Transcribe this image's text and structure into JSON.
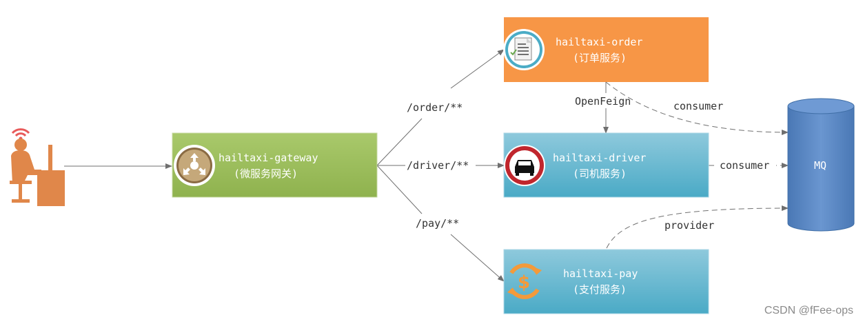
{
  "colors": {
    "order": "#f79646",
    "gateway": "#9bbb59",
    "service": "#4bacc6",
    "mq": "#4f81bd",
    "arrow": "#7f7f7f",
    "person": "#e0874a",
    "signal": "#e85a5a"
  },
  "nodes": {
    "user": {
      "icon": "user-at-computer-icon"
    },
    "gateway": {
      "line1": "hailtaxi-gateway",
      "line2": "(微服务网关)",
      "icon": "gateway-arrows-icon"
    },
    "order": {
      "line1": "hailtaxi-order",
      "line2": "(订单服务)",
      "icon": "document-checklist-icon"
    },
    "driver": {
      "line1": "hailtaxi-driver",
      "line2": "(司机服务)",
      "icon": "car-icon"
    },
    "pay": {
      "line1": "hailtaxi-pay",
      "line2": "(支付服务)",
      "icon": "dollar-refresh-icon"
    },
    "mq": {
      "label": "MQ"
    }
  },
  "edges": {
    "user_gateway": {
      "label": ""
    },
    "gateway_order": {
      "label": "/order/**"
    },
    "gateway_driver": {
      "label": "/driver/**"
    },
    "gateway_pay": {
      "label": "/pay/**"
    },
    "order_driver": {
      "label": "OpenFeign"
    },
    "order_mq": {
      "label": "consumer"
    },
    "driver_mq": {
      "label": "consumer"
    },
    "pay_mq": {
      "label": "provider"
    }
  },
  "watermark": "CSDN @fFee-ops"
}
